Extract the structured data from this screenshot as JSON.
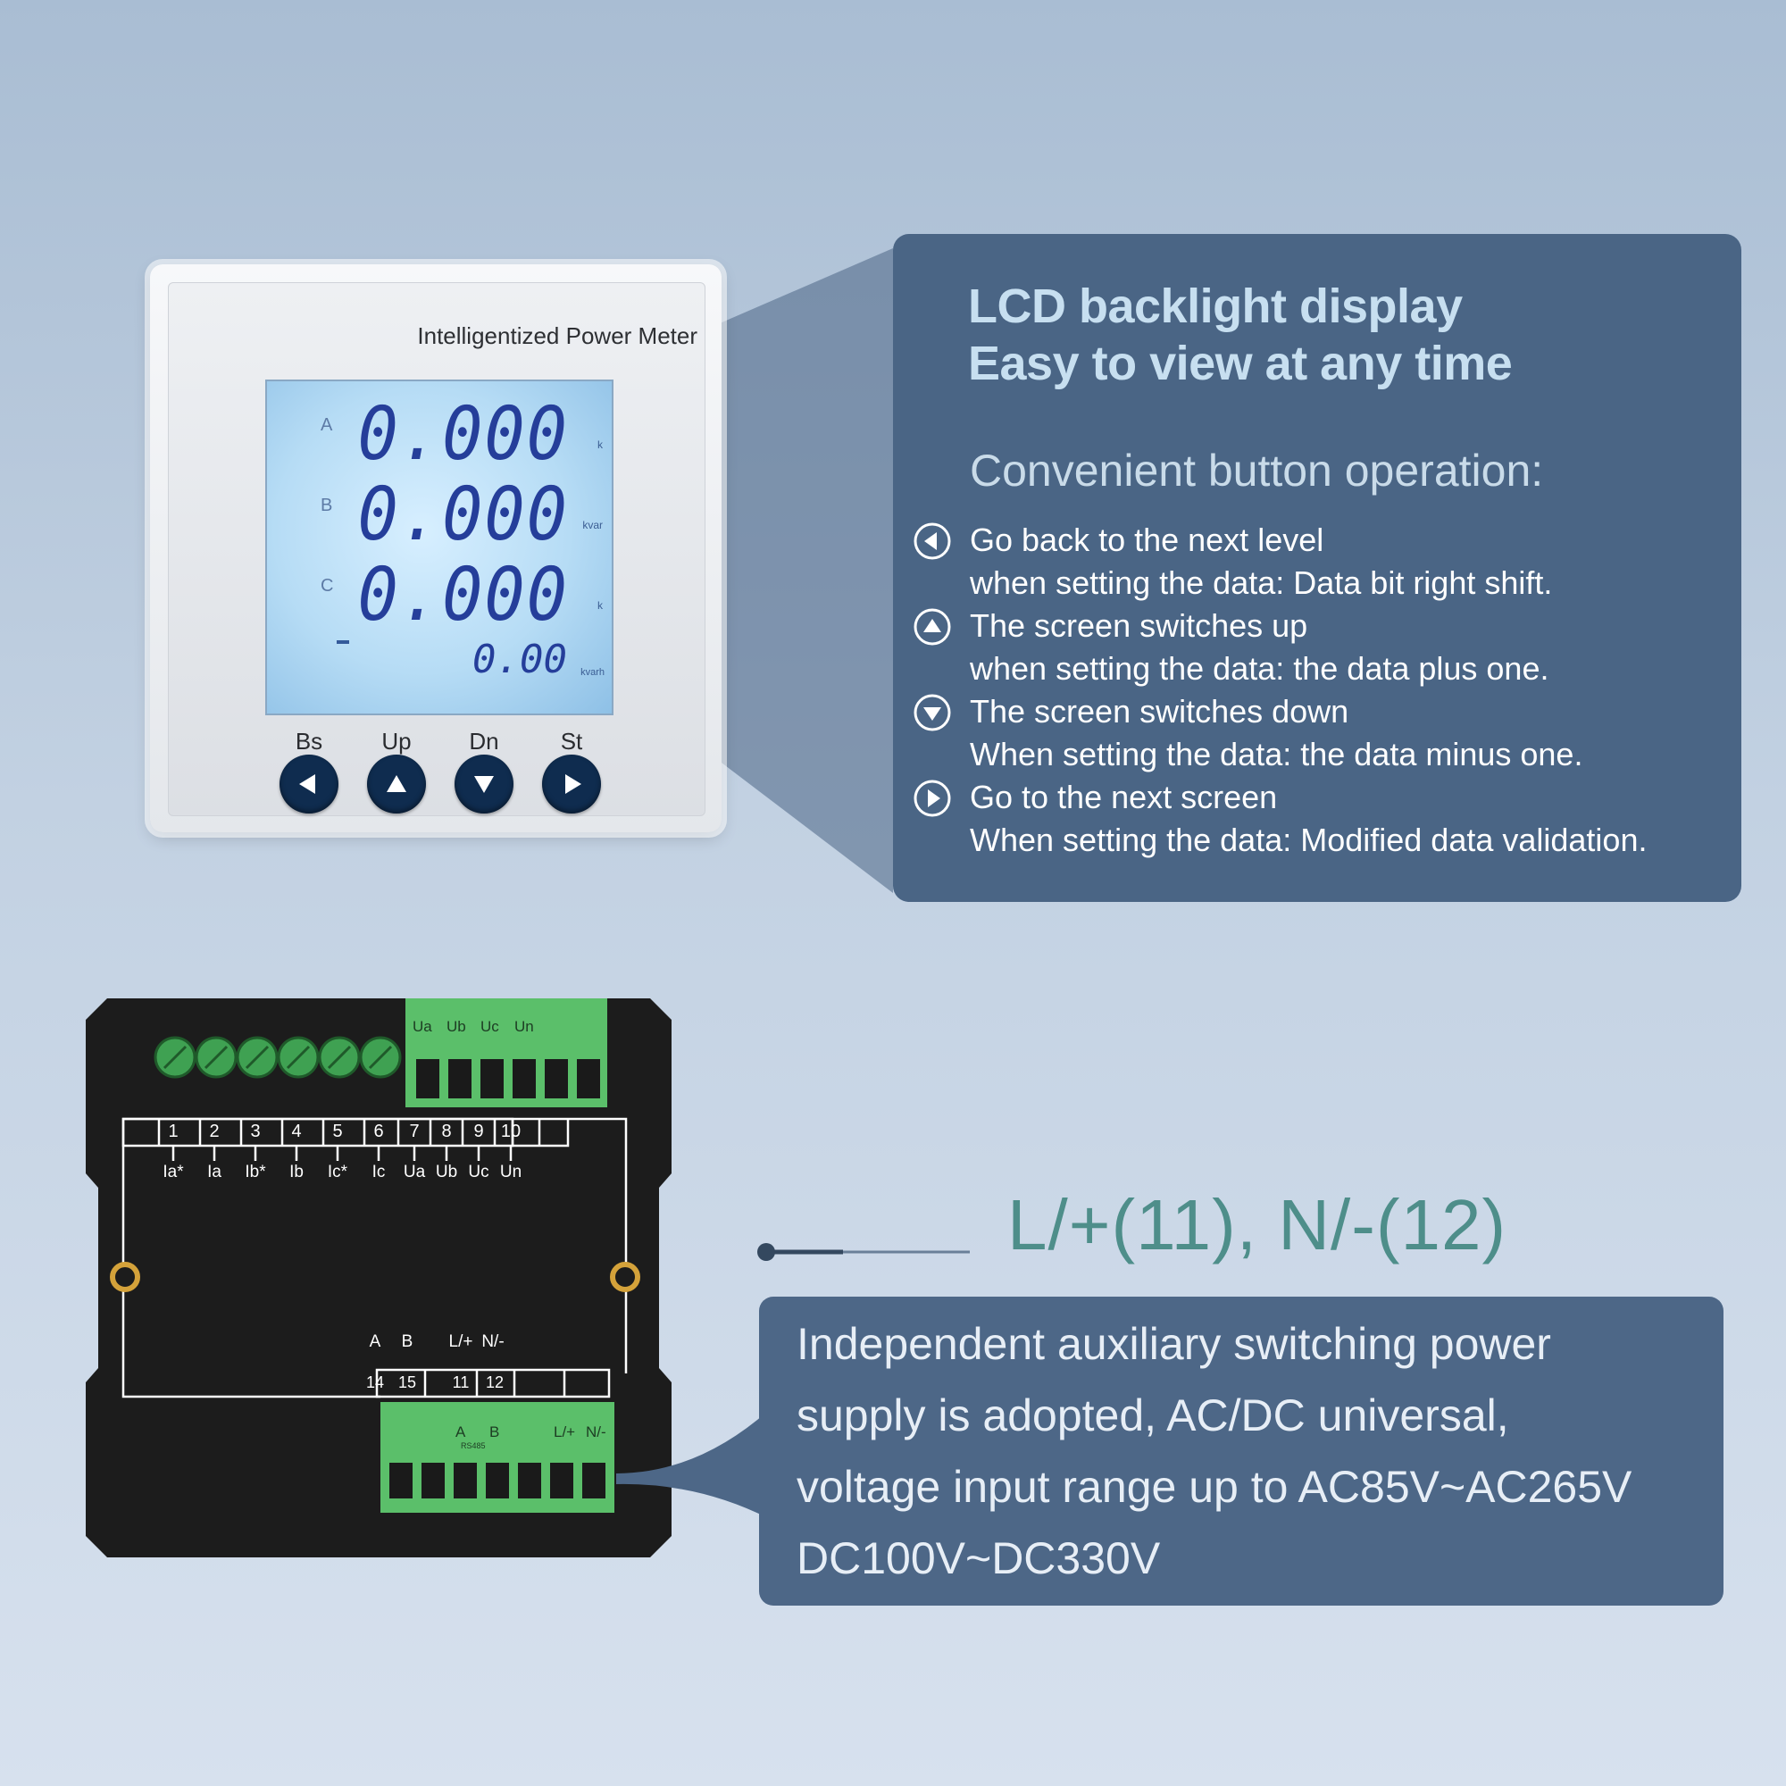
{
  "meter": {
    "panel_title": "Intelligentized Power Meter",
    "lcd": {
      "rows": [
        {
          "label": "A",
          "value": "0.000",
          "unit": "k"
        },
        {
          "label": "B",
          "value": "0.000",
          "unit": "kvar"
        },
        {
          "label": "C",
          "value": "0.000",
          "unit": "k"
        }
      ],
      "bottom_value": "0.00",
      "bottom_unit": "kvarh"
    },
    "buttons": [
      {
        "label": "Bs",
        "icon": "left-arrow-icon"
      },
      {
        "label": "Up",
        "icon": "up-arrow-icon"
      },
      {
        "label": "Dn",
        "icon": "down-arrow-icon"
      },
      {
        "label": "St",
        "icon": "right-arrow-icon"
      }
    ],
    "colors": {
      "button": "#0f2c4f",
      "lcd_digits": "#253e9a",
      "lcd_bg": "#b6dcf5"
    }
  },
  "display_info": {
    "heading_line1": "LCD backlight display",
    "heading_line2": "Easy to view at any time",
    "operation_title": "Convenient button operation:",
    "operations": [
      {
        "icon": "left-circle-icon",
        "line1": "Go back to the next level",
        "line2": "when setting the data: Data bit right shift."
      },
      {
        "icon": "up-circle-icon",
        "line1": "The screen switches up",
        "line2": "when setting the data: the data plus one."
      },
      {
        "icon": "down-circle-icon",
        "line1": "The screen switches down",
        "line2": "When setting the data: the data minus one."
      },
      {
        "icon": "right-circle-icon",
        "line1": "Go to the next screen",
        "line2": "When setting the data: Modified data validation."
      }
    ],
    "colors": {
      "box": "#4a6585",
      "heading": "#c7dff0"
    }
  },
  "rear": {
    "top_terminals": [
      "Ua",
      "Ub",
      "Uc",
      "Un"
    ],
    "numbers": [
      "1",
      "2",
      "3",
      "4",
      "5",
      "6",
      "7",
      "8",
      "9",
      "10"
    ],
    "labels": [
      "Ia*",
      "Ia",
      "Ib*",
      "Ib",
      "Ic*",
      "Ic",
      "Ua",
      "Ub",
      "Uc",
      "Un"
    ],
    "bottom_labels": [
      "A",
      "B",
      "L/+",
      "N/-"
    ],
    "bottom_numbers": [
      "14",
      "15",
      "11",
      "12"
    ],
    "green_block_labels": [
      "A",
      "B",
      "L/+",
      "N/-"
    ],
    "green_block_sub": "RS485",
    "colors": {
      "body": "#1c1c1c",
      "terminal_green": "#5bbf6a"
    }
  },
  "power_callout": {
    "title": "L/+(11), N/-(12)",
    "lines": [
      "Independent auxiliary switching power",
      "supply is adopted, AC/DC universal,",
      "voltage input range up to AC85V~AC265V",
      "DC100V~DC330V"
    ],
    "colors": {
      "title": "#4e8e8a",
      "box": "#4d6787"
    }
  }
}
